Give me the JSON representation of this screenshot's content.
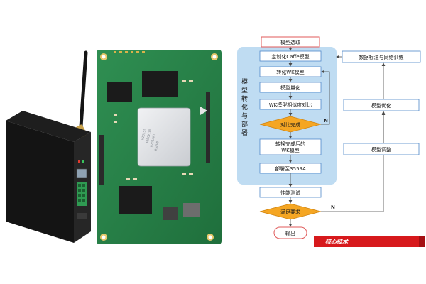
{
  "flow": {
    "start": "模型选取",
    "steps": [
      "定制化Caffe模型",
      "转化WK模型",
      "模型量化",
      "WK模型相似度对比"
    ],
    "decision1": "对比完成",
    "after_steps": [
      "转换完成后的",
      "WK模型"
    ],
    "deploy": "部署至3559A",
    "perf_test": "性能测试",
    "decision2": "满足要求",
    "output": "输出",
    "group_label": [
      "模",
      "型",
      "转",
      "化",
      "与",
      "部",
      "署"
    ],
    "no_label_1": "N",
    "no_label_2": "N"
  },
  "right_chain": {
    "top": "数据标注与网络训练",
    "middle": "模型优化",
    "bottom": "模型调整"
  },
  "banner": {
    "text": "核心技术",
    "color": "#d7191c"
  },
  "colors": {
    "group_bg": "#bfdcf2",
    "box_border": "#4f88c9",
    "arrow": "#4a4a4a",
    "decision_fill": "#f5a623",
    "start_border": "#e05a5a",
    "right_border": "#4f88c9"
  },
  "hardware": {
    "chip_text": [
      "HI3559",
      "ARBCV100",
      "H2G1AKT",
      "RSEHD"
    ]
  }
}
